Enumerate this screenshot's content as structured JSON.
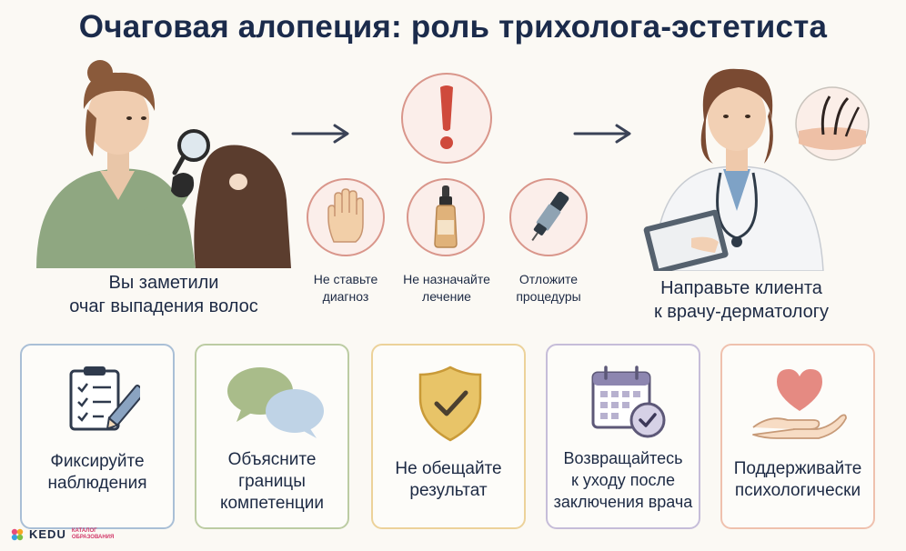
{
  "title": "Очаговая алопеция: роль трихолога-эстетиста",
  "step1": {
    "line1": "Вы заметили",
    "line2": "очаг выпадения волос"
  },
  "donts": [
    {
      "icon": "stop-hand-icon",
      "line1": "Не ставьте",
      "line2": "диагноз"
    },
    {
      "icon": "dropper-bottle-icon",
      "line1": "Не назначайте",
      "line2": "лечение"
    },
    {
      "icon": "pen-device-icon",
      "line1": "Отложите",
      "line2": "процедуры"
    }
  ],
  "step3": {
    "line1": "Направьте клиента",
    "line2": "к врачу-дерматологу"
  },
  "cards": [
    {
      "icon": "clipboard-checklist-icon",
      "lines": [
        "Фиксируйте",
        "наблюдения"
      ],
      "border": "#a9bfd6"
    },
    {
      "icon": "speech-bubbles-icon",
      "lines": [
        "Объясните",
        "границы",
        "компетенции"
      ],
      "border": "#bccca3"
    },
    {
      "icon": "shield-check-icon",
      "lines": [
        "Не обещайте",
        "результат"
      ],
      "border": "#ecd29a"
    },
    {
      "icon": "calendar-check-icon",
      "lines": [
        "Возвращайтесь",
        "к уходу после",
        "заключения врача"
      ],
      "border": "#c6bdd9"
    },
    {
      "icon": "heart-hand-icon",
      "lines": [
        "Поддерживайте",
        "психологически"
      ],
      "border": "#efc1ae"
    }
  ],
  "logo": {
    "name": "KEDU",
    "sub1": "КАТАЛОГ",
    "sub2": "ОБРАЗОВАНИЯ"
  },
  "colors": {
    "title": "#1b2b4b",
    "warning": "#cf4a3c",
    "circle_border": "#d9968b"
  }
}
